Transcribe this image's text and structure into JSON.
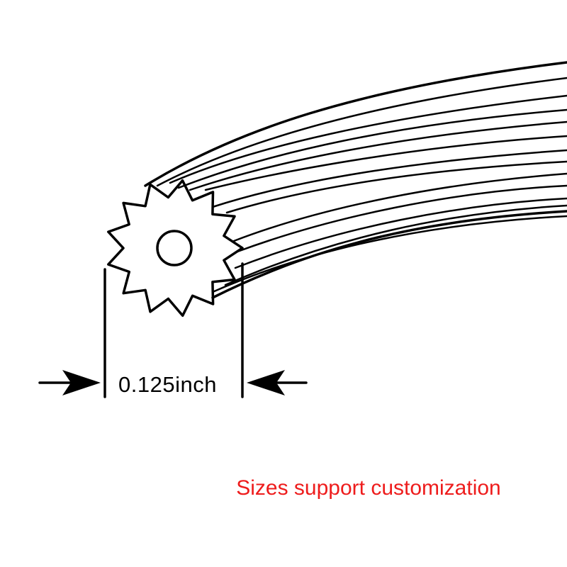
{
  "dimension": {
    "label": "0.125inch"
  },
  "note": {
    "text": "Sizes support customization",
    "color": "#ee1c1c"
  },
  "icons": {
    "profile": "star-profile-cross-section",
    "hole": "center-hole",
    "arrow_left": "dimension-arrow-right",
    "arrow_right": "dimension-arrow-left"
  }
}
